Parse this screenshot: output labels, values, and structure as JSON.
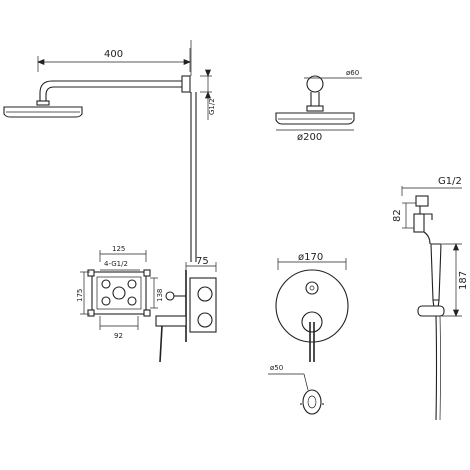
{
  "dimensions": {
    "arm_length": "400",
    "arm_thread": "G1/2",
    "head_plate_dia": "ø60",
    "head_dia": "ø200",
    "elbow_thread": "G1/2",
    "holder_height": "82",
    "hand_shower_length": "187",
    "box_top_width": "125",
    "box_ports": "4-G1/2",
    "box_height": "175",
    "box_inner_height": "138",
    "box_bottom_width": "92",
    "box_depth": "75",
    "mixer_plate_dia": "ø170",
    "spout_dia": "ø50"
  },
  "colors": {
    "line": "#222222",
    "background": "#ffffff"
  }
}
